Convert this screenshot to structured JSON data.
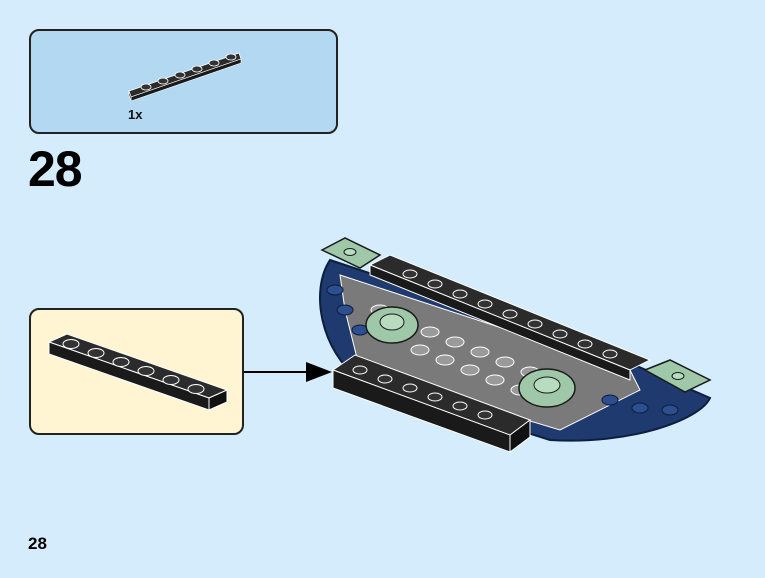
{
  "parts_list": {
    "quantity": "1x",
    "part_color": "#2b2b2b"
  },
  "step": {
    "number": "28"
  },
  "page": {
    "number": "28"
  },
  "colors": {
    "background": "#d4ecfb",
    "parts_box": "#b2d8f2",
    "callout_box": "#fff5d3",
    "black_brick": "#2b2b2b",
    "sand_green": "#9ec8a8",
    "dark_blue": "#1e3a6e",
    "grey_plate": "#7a7a7a"
  }
}
